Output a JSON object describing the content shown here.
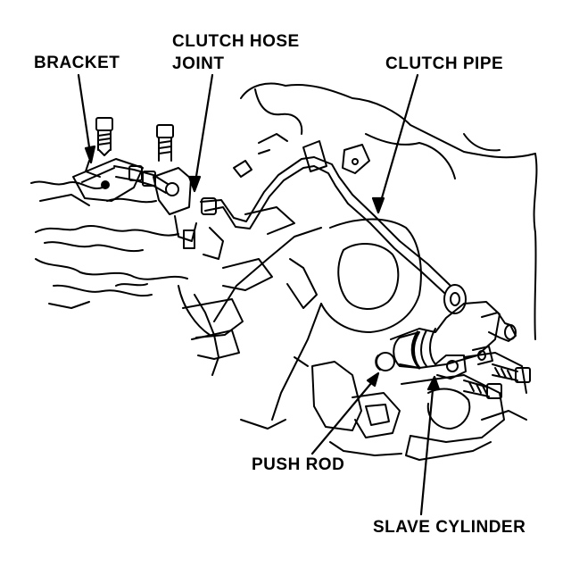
{
  "labels": {
    "bracket": "BRACKET",
    "clutch_hose_joint_line1": "CLUTCH HOSE",
    "clutch_hose_joint_line2": "JOINT",
    "clutch_pipe": "CLUTCH PIPE",
    "push_rod": "PUSH ROD",
    "slave_cylinder": "SLAVE CYLINDER"
  },
  "colors": {
    "ink": "#000000",
    "paper": "#ffffff"
  }
}
